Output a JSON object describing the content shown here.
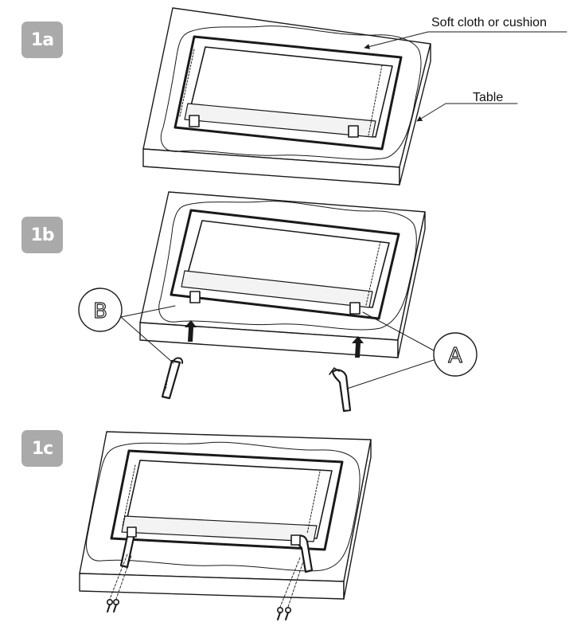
{
  "steps": [
    {
      "id": "1a",
      "label": "1a"
    },
    {
      "id": "1b",
      "label": "1b"
    },
    {
      "id": "1c",
      "label": "1c"
    }
  ],
  "callouts": {
    "cloth": "Soft cloth or cushion",
    "table": "Table"
  },
  "part_labels": {
    "left_stand": "B",
    "right_stand": "A"
  },
  "colors": {
    "badge": "#aaaaaa",
    "line": "#1a1a1a",
    "fill": "#ffffff"
  }
}
